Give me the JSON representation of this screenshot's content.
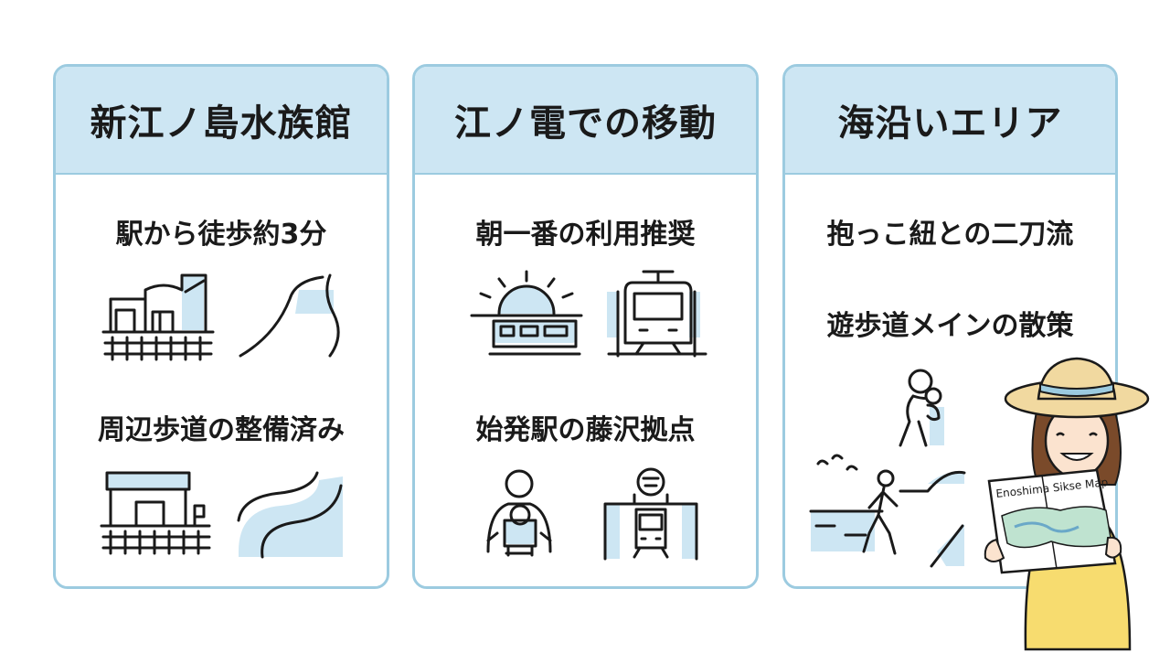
{
  "cards": [
    {
      "title": "新江ノ島水族館",
      "lines": [
        "駅から徒歩約3分",
        "周辺歩道の整備済み"
      ]
    },
    {
      "title": "江ノ電での移動",
      "lines": [
        "朝一番の利用推奨",
        "始発駅の藤沢拠点"
      ]
    },
    {
      "title": "海沿いエリア",
      "lines": [
        "抱っこ紐との二刀流",
        "遊歩道メインの散策"
      ]
    }
  ],
  "map": {
    "title": "Enoshima Sikse Map"
  },
  "colors": {
    "accent_blue": "#cde6f3",
    "border_blue": "#9ccbe0",
    "dress_yellow": "#f7dc6f",
    "hat": "#f1d9a0"
  },
  "icons": [
    "station-building-icon",
    "coastline-road-icon",
    "station-shop-icon",
    "winding-path-icon",
    "sunrise-train-icon",
    "tram-front-icon",
    "baby-carrier-icon",
    "station-platform-train-icon",
    "parent-carrying-child-icon",
    "seaside-walker-icon"
  ]
}
